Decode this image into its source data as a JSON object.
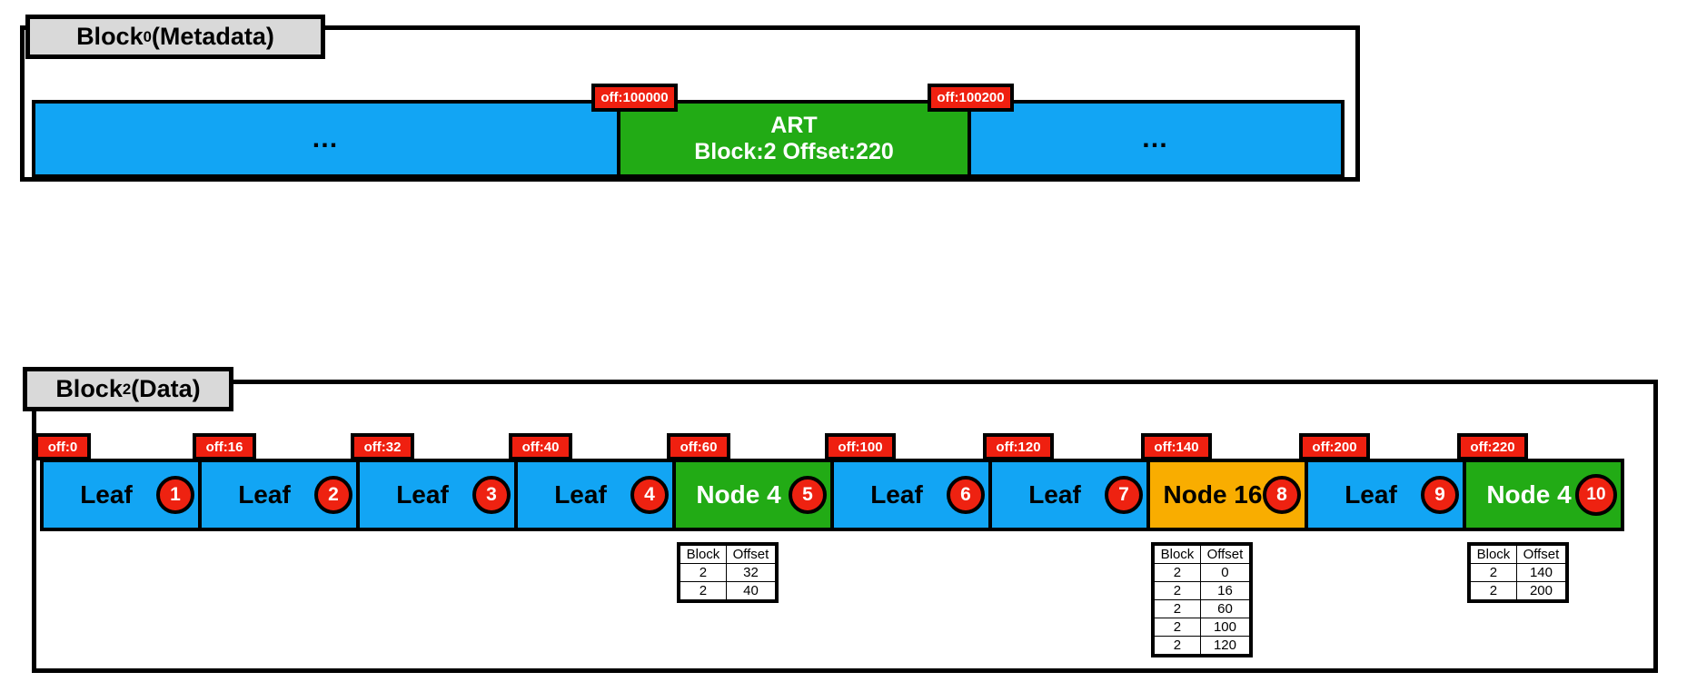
{
  "metadata_block": {
    "label_prefix": "Block",
    "label_sub": "0",
    "label_suffix": " (Metadata)",
    "segments": [
      {
        "name": "ellipsis-left",
        "line1": "…",
        "line2": "",
        "color": "#12a5f4",
        "kind": "blue"
      },
      {
        "name": "art-entry",
        "line1": "ART",
        "line2": "Block:2 Offset:220",
        "color": "#22ab15",
        "kind": "green"
      },
      {
        "name": "ellipsis-right",
        "line1": "…",
        "line2": "",
        "color": "#12a5f4",
        "kind": "blue"
      }
    ],
    "offset_tags": [
      {
        "label": "off:100000"
      },
      {
        "label": "off:100200"
      }
    ]
  },
  "data_block": {
    "label_prefix": "Block",
    "label_sub": "2",
    "label_suffix": " (Data)",
    "segments": [
      {
        "label": "Leaf",
        "badge": "1",
        "kind": "blue",
        "color": "#12a5f4",
        "offset": "off:0"
      },
      {
        "label": "Leaf",
        "badge": "2",
        "kind": "blue",
        "color": "#12a5f4",
        "offset": "off:16"
      },
      {
        "label": "Leaf",
        "badge": "3",
        "kind": "blue",
        "color": "#12a5f4",
        "offset": "off:32"
      },
      {
        "label": "Leaf",
        "badge": "4",
        "kind": "blue",
        "color": "#12a5f4",
        "offset": "off:40"
      },
      {
        "label": "Node 4",
        "badge": "5",
        "kind": "green",
        "color": "#22ab15",
        "offset": "off:60"
      },
      {
        "label": "Leaf",
        "badge": "6",
        "kind": "blue",
        "color": "#12a5f4",
        "offset": "off:100"
      },
      {
        "label": "Leaf",
        "badge": "7",
        "kind": "blue",
        "color": "#12a5f4",
        "offset": "off:120"
      },
      {
        "label": "Node 16",
        "badge": "8",
        "kind": "orange",
        "color": "#f9ad00",
        "offset": "off:140"
      },
      {
        "label": "Leaf",
        "badge": "9",
        "kind": "blue",
        "color": "#12a5f4",
        "offset": "off:200"
      },
      {
        "label": "Node 4",
        "badge": "10",
        "kind": "green",
        "color": "#22ab15",
        "offset": "off:220"
      }
    ],
    "tables": [
      {
        "for_segment": 4,
        "headers": [
          "Block",
          "Offset"
        ],
        "rows": [
          [
            "2",
            "32"
          ],
          [
            "2",
            "40"
          ]
        ]
      },
      {
        "for_segment": 7,
        "headers": [
          "Block",
          "Offset"
        ],
        "rows": [
          [
            "2",
            "0"
          ],
          [
            "2",
            "16"
          ],
          [
            "2",
            "60"
          ],
          [
            "2",
            "100"
          ],
          [
            "2",
            "120"
          ]
        ]
      },
      {
        "for_segment": 9,
        "headers": [
          "Block",
          "Offset"
        ],
        "rows": [
          [
            "2",
            "140"
          ],
          [
            "2",
            "200"
          ]
        ]
      }
    ]
  },
  "colors": {
    "leaf_blue": "#12a5f4",
    "node_green": "#22ab15",
    "node_orange": "#f9ad00",
    "badge_red": "#ee2211",
    "tag_red": "#ef2010",
    "block_label_gray": "#d9d9d9",
    "outline_black": "#000000"
  }
}
